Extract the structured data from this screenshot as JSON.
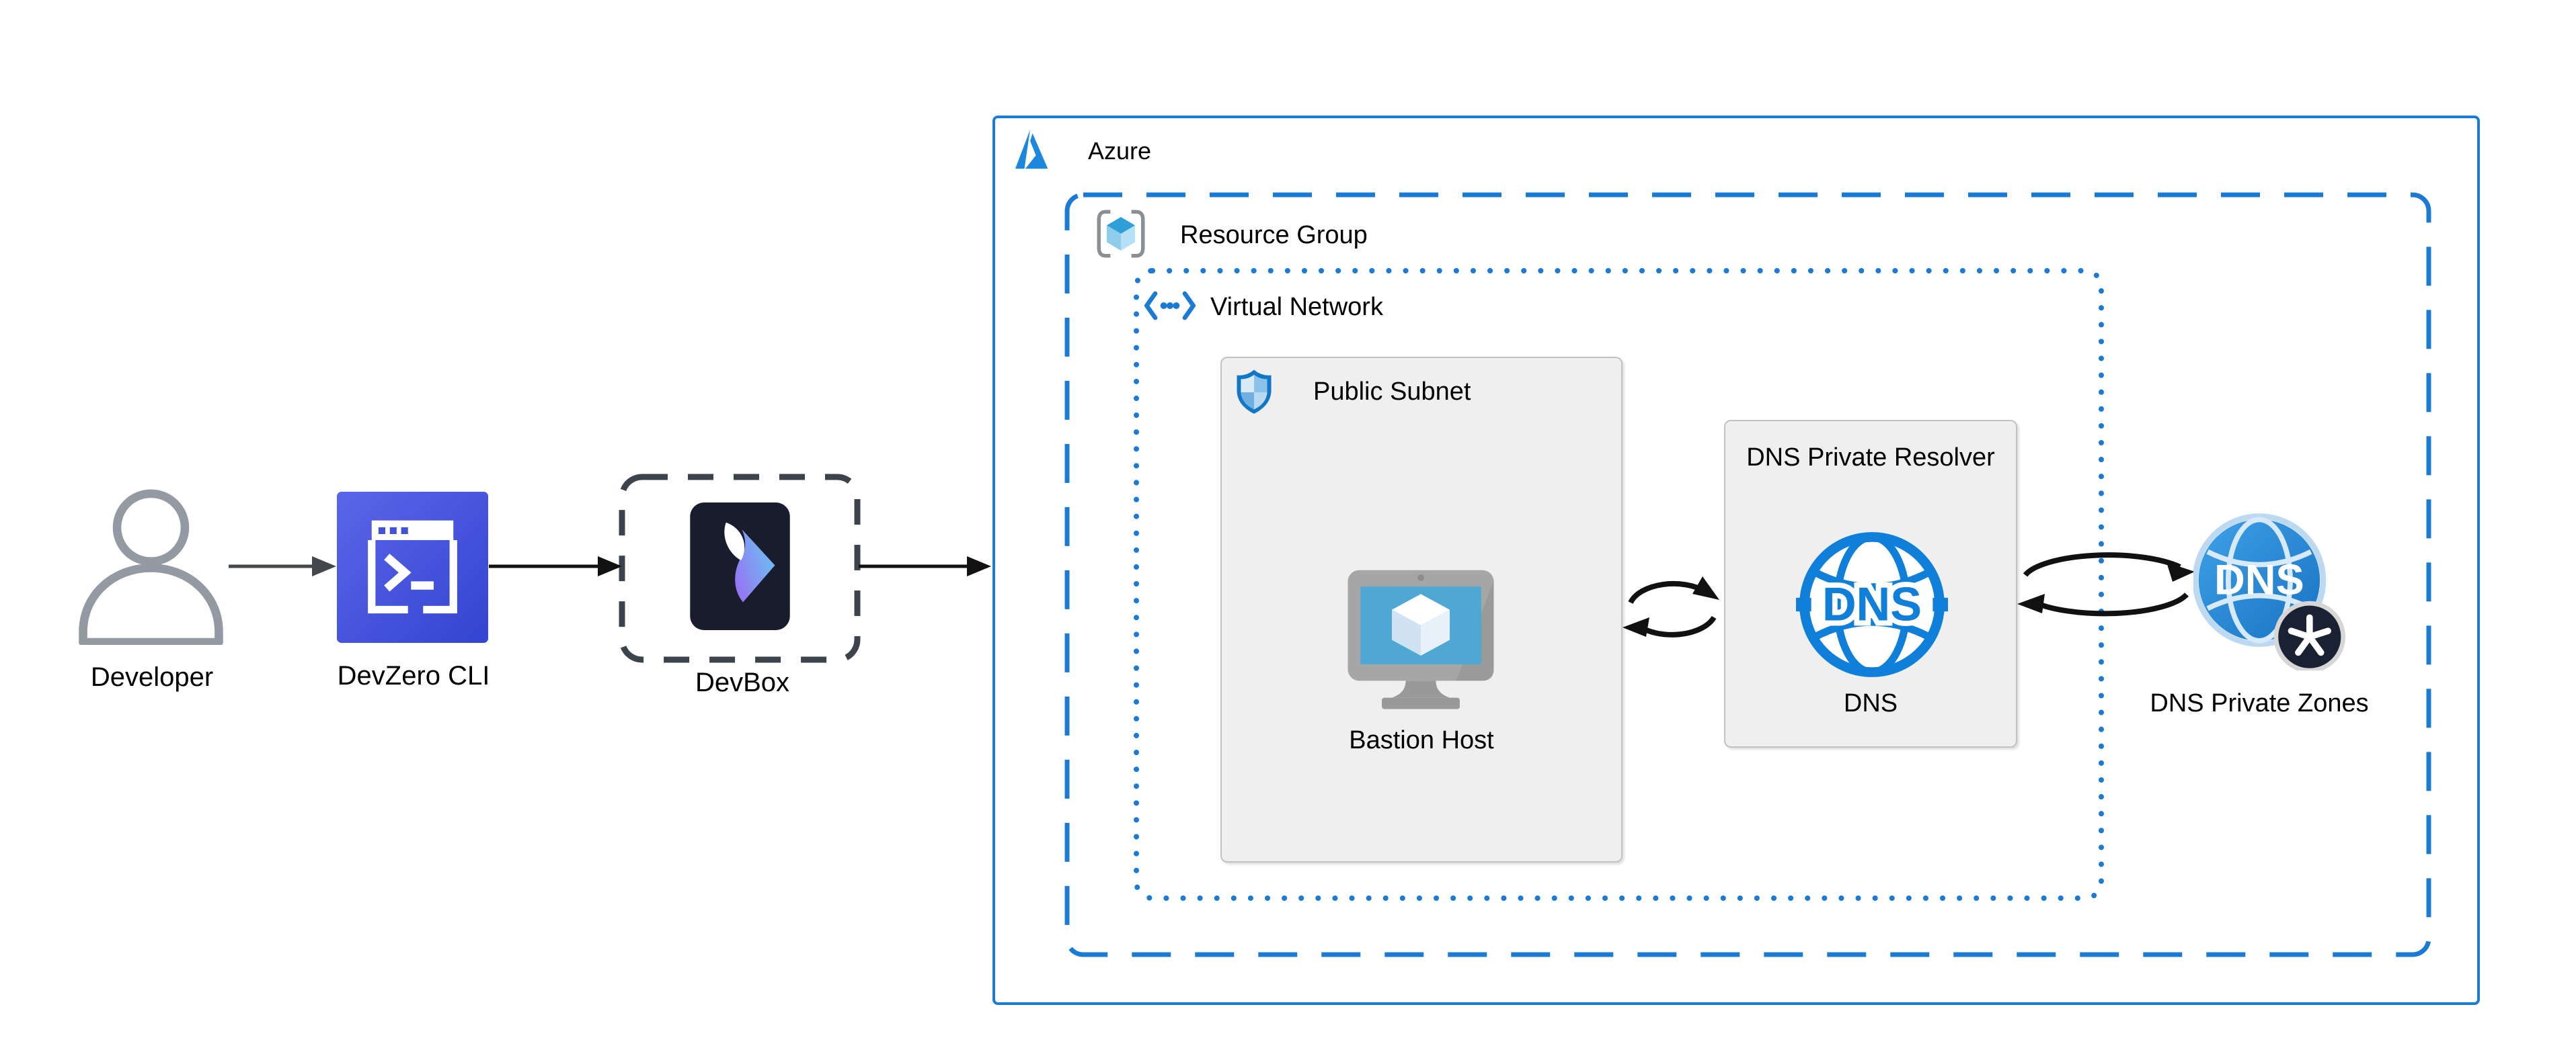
{
  "diagram": {
    "title": "DevZero to Azure private DNS architecture",
    "nodes": {
      "developer": {
        "label": "Developer"
      },
      "devzero_cli": {
        "label": "DevZero CLI"
      },
      "devbox": {
        "label": "DevBox"
      },
      "bastion_host": {
        "label": "Bastion Host"
      },
      "dns": {
        "label": "DNS"
      },
      "dns_private_zones": {
        "label": "DNS Private Zones"
      }
    },
    "containers": {
      "azure": {
        "label": "Azure"
      },
      "resource_group": {
        "label": "Resource Group"
      },
      "virtual_network": {
        "label": "Virtual Network"
      },
      "public_subnet": {
        "label": "Public Subnet"
      },
      "dns_private_resolver": {
        "label": "DNS Private Resolver"
      }
    },
    "icons": [
      "person-icon",
      "terminal-icon",
      "devbox-logo-icon",
      "azure-logo-icon",
      "resource-group-cube-icon",
      "virtual-network-icon",
      "shield-icon",
      "bastion-vm-monitor-icon",
      "dns-globe-icon",
      "dns-zones-globe-icon",
      "asterisk-badge-icon",
      "sync-arrows-icon"
    ],
    "connections": [
      {
        "from": "Developer",
        "to": "DevZero CLI",
        "type": "arrow"
      },
      {
        "from": "DevZero CLI",
        "to": "DevBox",
        "type": "arrow"
      },
      {
        "from": "DevBox",
        "to": "Azure",
        "type": "arrow"
      },
      {
        "from": "Bastion Host",
        "to": "DNS Private Resolver",
        "type": "bidirectional-sync"
      },
      {
        "from": "DNS Private Resolver",
        "to": "DNS Private Zones",
        "type": "bidirectional-sync"
      }
    ],
    "colors": {
      "azure_border_blue": "#1b7bd4",
      "azure_icon_blue": "#0f7fd9",
      "box_fill_gray": "#efefef",
      "box_border_gray": "#c2c2c2",
      "devzero_blue": "#4152d8",
      "devbox_dark": "#181c2c",
      "devbox_purple": "#9a6cf2",
      "devbox_lightblue": "#6cc0f2",
      "person_gray": "#939aa3",
      "dash_dark_gray": "#3d434d",
      "arrow_black": "#111111",
      "zones_badge_navy": "#1a2133",
      "bastion_screen_blue": "#4fa8d4"
    }
  }
}
